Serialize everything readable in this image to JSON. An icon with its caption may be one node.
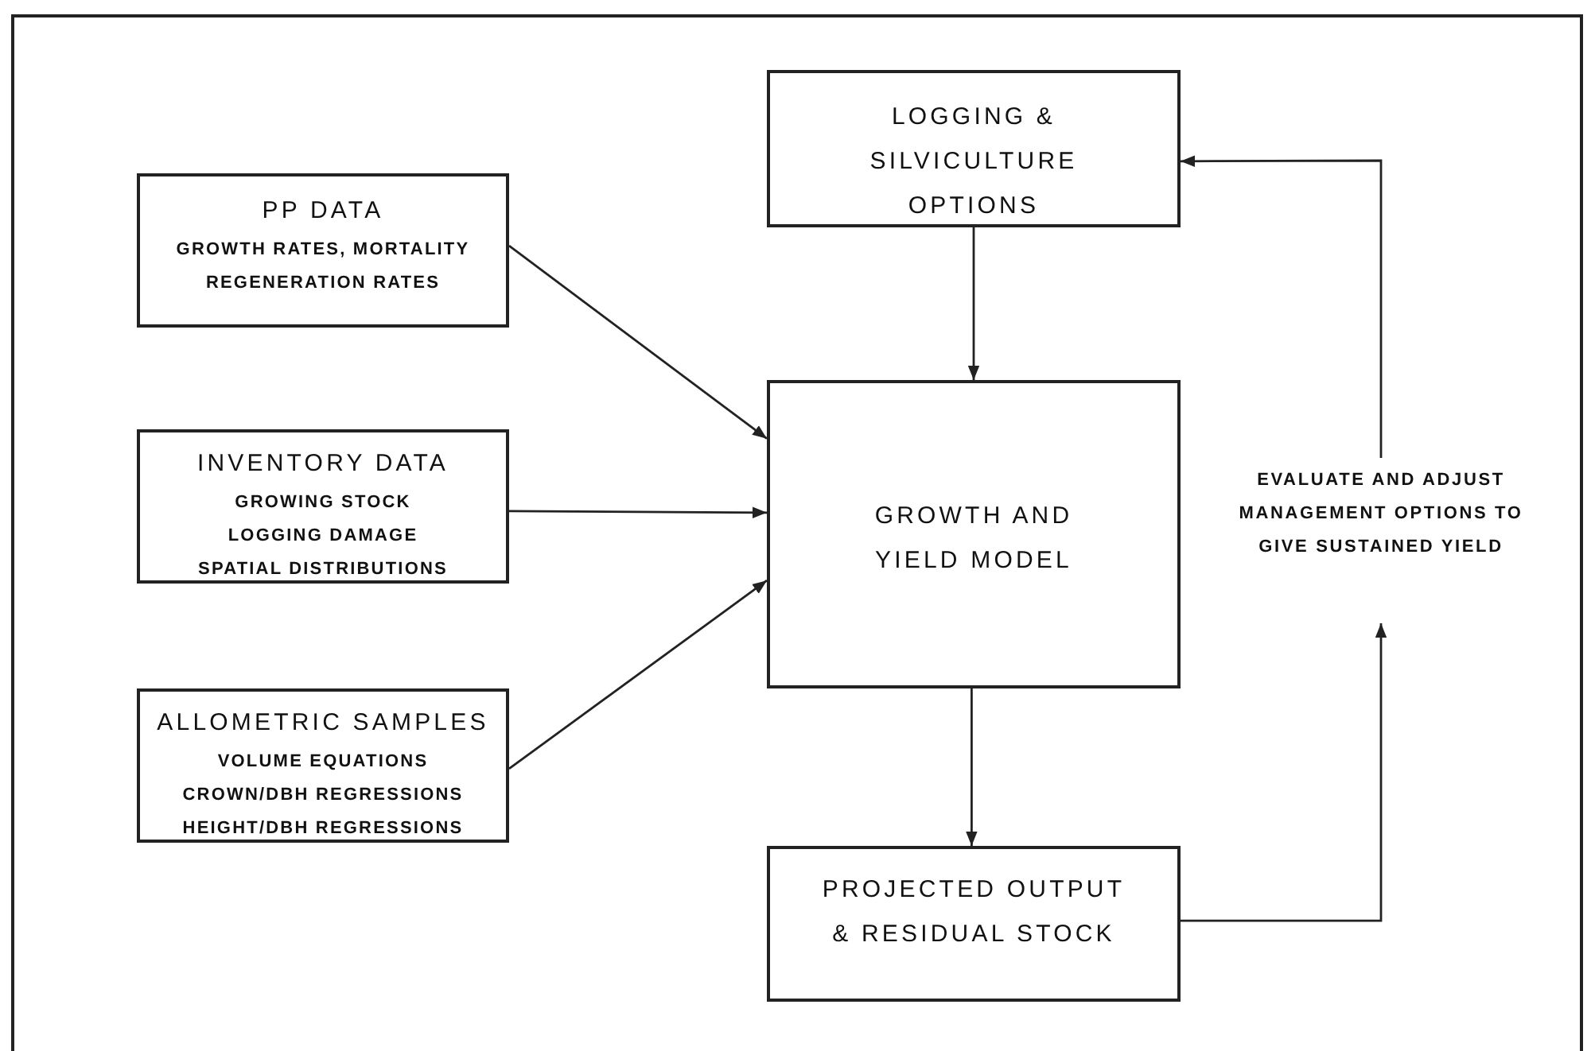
{
  "diagram": {
    "nodes": [
      {
        "text": [
          "LOGGING & SILVICULTURE OPTIONS"
        ]
      },
      {
        "text": [
          "PP DATA",
          "GROWTH RATES, MORTALITY",
          "REGENERATION RATES"
        ]
      },
      {
        "text": [
          "INVENTORY DATA",
          "GROWING STOCK",
          "LOGGING DAMAGE",
          "SPATIAL DISTRIBUTIONS"
        ]
      },
      {
        "text": [
          "GROWTH AND YIELD MODEL"
        ]
      },
      {
        "text": [
          "ALLOMETRIC SAMPLES",
          "VOLUME EQUATIONS",
          "CROWN/DBH REGRESSIONS",
          "HEIGHT/DBH REGRESSIONS"
        ]
      },
      {
        "text": [
          "EVALUATE AND ADJUST MANAGEMENT OPTIONS TO GIVE SUSTAINED YIELD"
        ]
      },
      {
        "text": [
          "PROJECTED OUTPUT & RESIDUAL STOCK"
        ]
      }
    ],
    "edges": [
      {
        "from": 1,
        "to": 3,
        "arrow": "to"
      },
      {
        "from": 2,
        "to": 3,
        "arrow": "to"
      },
      {
        "from": 4,
        "to": 3,
        "arrow": "to"
      },
      {
        "from": 0,
        "to": 3,
        "arrow": "to"
      },
      {
        "from": 3,
        "to": 6,
        "arrow": "to"
      },
      {
        "from": 6,
        "to": 5,
        "arrow": "to"
      },
      {
        "from": 5,
        "to": 0,
        "arrow": "to"
      }
    ]
  }
}
